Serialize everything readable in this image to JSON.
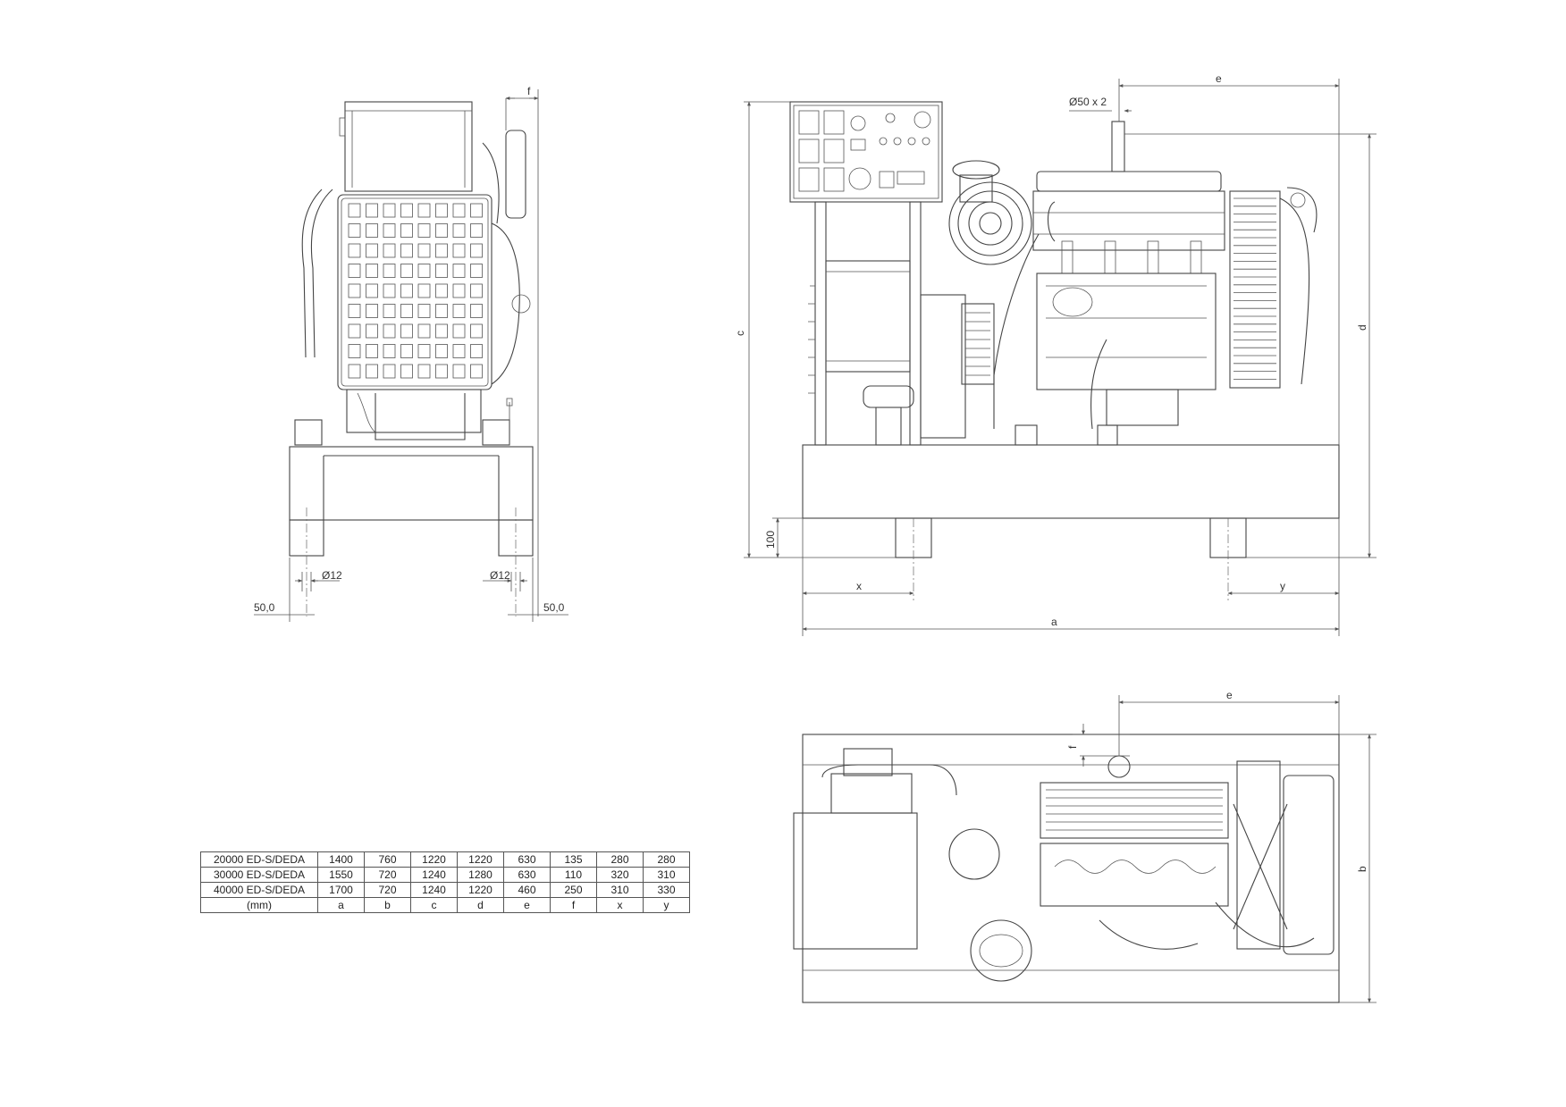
{
  "dimension_labels": {
    "front_f": "f",
    "front_dia_left": "Ø12",
    "front_dia_right": "Ø12",
    "front_offset_left": "50,0",
    "front_offset_right": "50,0",
    "side_e": "e",
    "side_exhaust": "Ø50 x 2",
    "side_c": "c",
    "side_d": "d",
    "side_100": "100",
    "side_x": "x",
    "side_y": "y",
    "side_a": "a",
    "top_e": "e",
    "top_f": "f",
    "top_b": "b"
  },
  "spec_table": {
    "rows": [
      [
        "20000 ED-S/DEDA",
        "1400",
        "760",
        "1220",
        "1220",
        "630",
        "135",
        "280",
        "280"
      ],
      [
        "30000 ED-S/DEDA",
        "1550",
        "720",
        "1240",
        "1280",
        "630",
        "110",
        "320",
        "310"
      ],
      [
        "40000 ED-S/DEDA",
        "1700",
        "720",
        "1240",
        "1220",
        "460",
        "250",
        "310",
        "330"
      ],
      [
        "(mm)",
        "a",
        "b",
        "c",
        "d",
        "e",
        "f",
        "x",
        "y"
      ]
    ]
  }
}
